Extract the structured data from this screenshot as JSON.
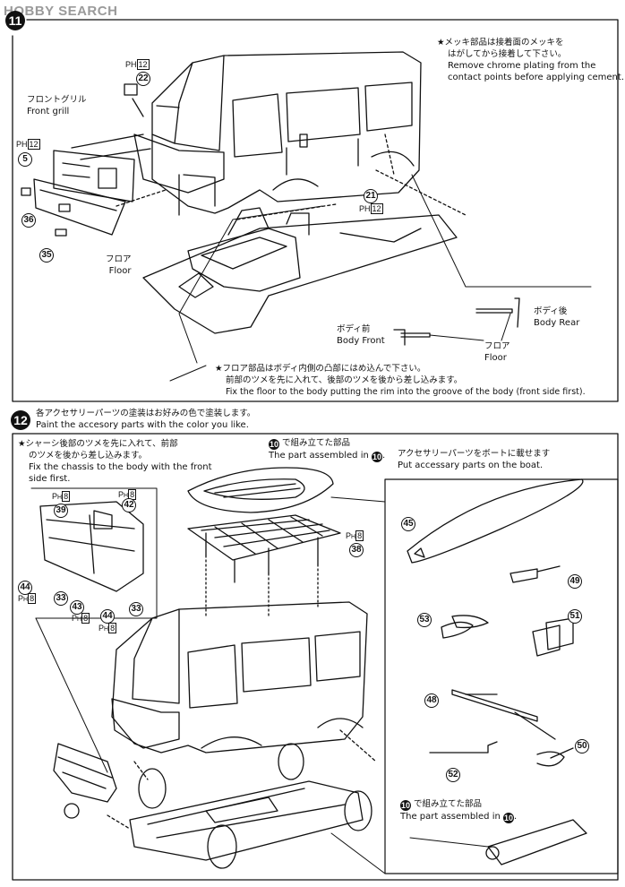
{
  "watermark": "HOBBY SEARCH",
  "step11": {
    "number": "11",
    "chrome_note_jp_1": "★メッキ部品は接着面のメッキを",
    "chrome_note_jp_2": "はがしてから接着して下さい。",
    "chrome_note_en_1": "Remove chrome plating from the",
    "chrome_note_en_2": "contact points before applying cement.",
    "front_grill_jp": "フロントグリル",
    "front_grill_en": "Front grill",
    "floor_jp": "フロア",
    "floor_en": "Floor",
    "body_rear_jp": "ボディ後",
    "body_rear_en": "Body Rear",
    "body_front_jp": "ボディ前",
    "body_front_en": "Body Front",
    "floor_detail_jp": "フロア",
    "floor_detail_en": "Floor",
    "floor_note_jp_1": "★フロア部品はボディ内側の凸部にはめ込んで下さい。",
    "floor_note_jp_2": "前部のツメを先に入れて、後部のツメを後から差し込みます。",
    "floor_note_en": "Fix the floor to the body putting the rim into the groove of the body (front side first).",
    "parts": [
      "22",
      "5",
      "36",
      "35",
      "21"
    ],
    "ph_labels": [
      "PH",
      "12"
    ]
  },
  "step12": {
    "number": "12",
    "paint_jp": "各アクセサリーパーツの塗装はお好みの色で塗装します。",
    "paint_en": "Paint the accesory parts with the color you like.",
    "chassis_jp_1": "★シャーシ後部のツメを先に入れて、前部",
    "chassis_jp_2": "のツメを後から差し込みます。",
    "chassis_en_1": "Fix the chassis to the body with the front",
    "chassis_en_2": "side first.",
    "assembled_jp": "で組み立てた部品",
    "assembled_en": "The part assembled in",
    "accessory_jp": "アクセサリーパーツをボートに載せます",
    "accessory_en": "Put accessary parts on the boat.",
    "assembled2_jp": "で組み立てた部品",
    "assembled2_en": "The part assembled in",
    "ref_step": "10",
    "parts": [
      "39",
      "42",
      "44",
      "33",
      "43",
      "44",
      "33",
      "38",
      "45",
      "49",
      "53",
      "51",
      "48",
      "50",
      "52"
    ],
    "ph_values": [
      "8",
      "8",
      "8",
      "8",
      "8",
      "8"
    ]
  }
}
